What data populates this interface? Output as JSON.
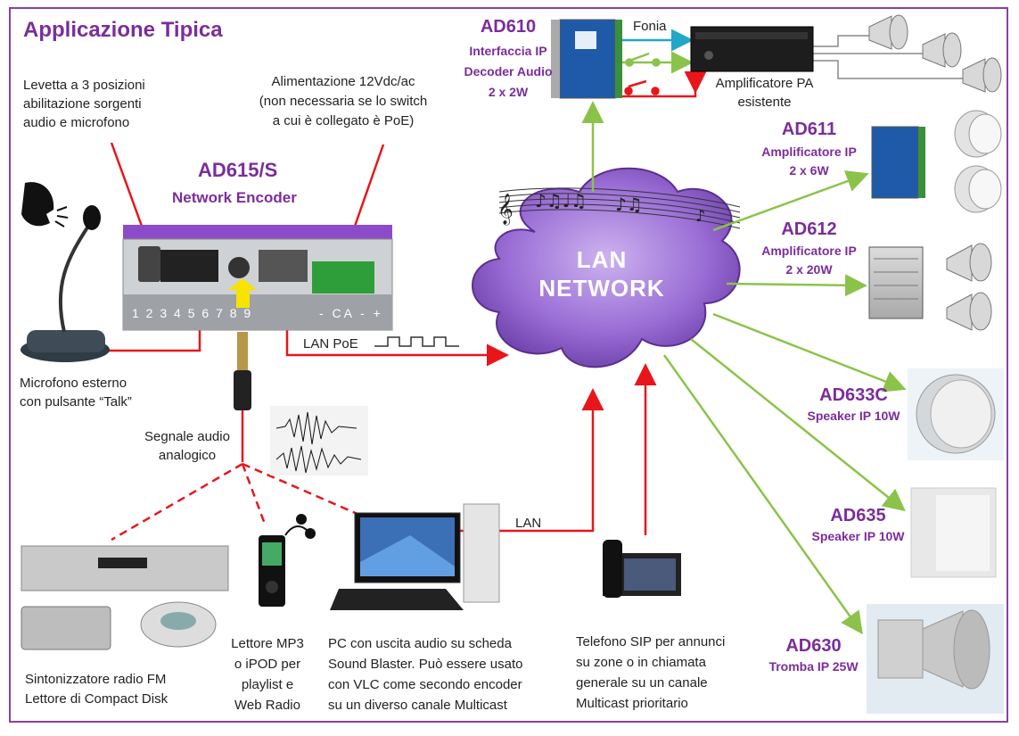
{
  "title": "Applicazione Tipica",
  "encoder": {
    "model": "AD615/S",
    "name": "Network Encoder",
    "pins": "1 2 3 4 5 6 7 8 9",
    "pins_right": "- CA - +"
  },
  "ann": {
    "levetta": [
      "Levetta a 3 posizioni",
      "abilitazione sorgenti",
      "audio  e  microfono"
    ],
    "alim": [
      "Alimentazione 12Vdc/ac",
      "(non necessaria se lo switch",
      "a cui è collegato è PoE)"
    ],
    "mic": [
      "Microfono esterno",
      "con pulsante “Talk”"
    ],
    "segnale": [
      "Segnale audio",
      "analogico"
    ],
    "lanpoe": "LAN PoE",
    "lan": "LAN",
    "fonia": "Fonia",
    "ampli_pa": [
      "Amplificatore PA",
      "esistente"
    ]
  },
  "cloud": [
    "LAN",
    "NETWORK"
  ],
  "devices": {
    "ad610": [
      "AD610",
      "Interfaccia IP",
      "Decoder Audio",
      "2 x 2W"
    ],
    "ad611": [
      "AD611",
      "Amplificatore IP",
      "2 x 6W"
    ],
    "ad612": [
      "AD612",
      "Amplificatore IP",
      "2 x 20W"
    ],
    "ad633c": [
      "AD633C",
      "Speaker IP 10W"
    ],
    "ad635": [
      "AD635",
      "Speaker IP 10W"
    ],
    "ad630": [
      "AD630",
      "Tromba IP 25W"
    ]
  },
  "sources": {
    "radio": [
      "Sintonizzatore radio FM",
      "Lettore di Compact Disk"
    ],
    "mp3": [
      "Lettore MP3",
      "o iPOD per",
      "playlist e",
      "Web Radio"
    ],
    "pc": [
      "PC con uscita audio su scheda",
      "Sound Blaster. Può essere usato",
      "con VLC come secondo encoder",
      "su un diverso canale Multicast"
    ],
    "sip": [
      "Telefono SIP per annunci",
      "su zone o in chiamata",
      "generale  su  un  canale",
      "Multicast  prioritario"
    ]
  },
  "colors": {
    "purple": "#7b2d9b",
    "red": "#e8161b",
    "green": "#8bc34a",
    "cyan": "#22a7c9",
    "frame": "#8b3fa3",
    "cloud": "#8a5cc8"
  }
}
